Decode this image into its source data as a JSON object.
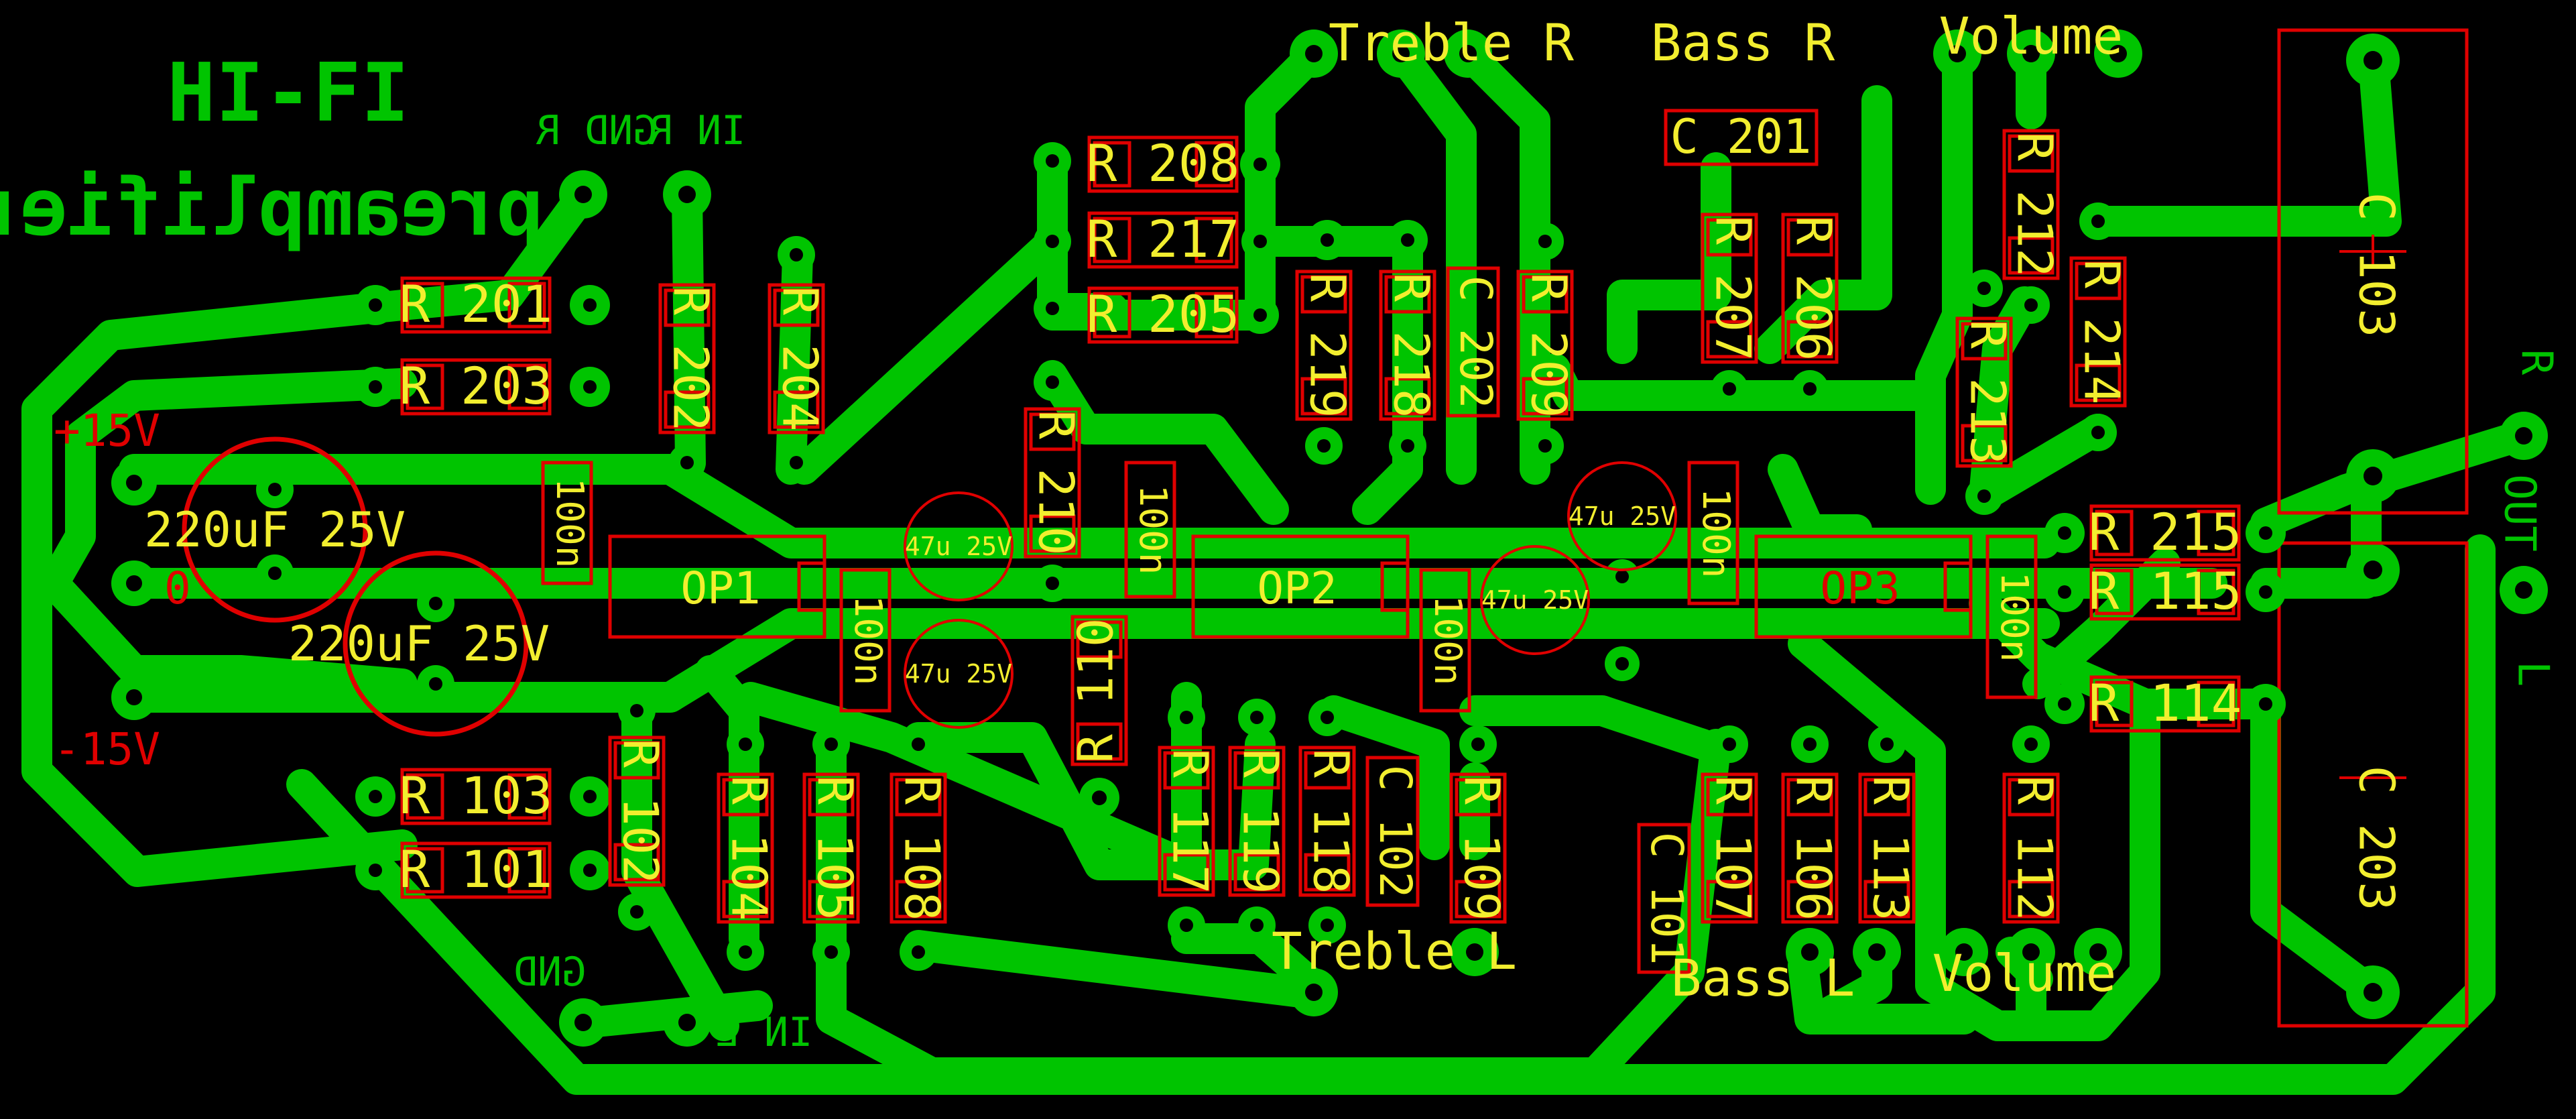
{
  "title": "HI-FI",
  "subtitle": "preamplifier",
  "connectors": {
    "gnd_r": "GND R",
    "in_r": "IN R",
    "gnd_l": "GND",
    "in_l": "IN L",
    "treble_r": "Treble R",
    "bass_r": "Bass R",
    "volume_r": "Volume",
    "treble_l": "Treble L",
    "bass_l": "Bass L",
    "volume_l": "Volume",
    "out": "OUT",
    "out_r": "R",
    "out_l": "L"
  },
  "power": {
    "plus15": "+15V",
    "zero": "0",
    "minus15": "-15V"
  },
  "ics": [
    "OP1",
    "OP2",
    "OP3"
  ],
  "electrolytics": {
    "big": "220uF 25V",
    "small": "47u 25V"
  },
  "decoupling": "100n",
  "capacitors": {
    "c201": "C 201",
    "c202": "C 202",
    "c101": "C 101",
    "c102": "C 102",
    "c103": "C 103",
    "c203": "C 203"
  },
  "resistors_r": [
    "R 201",
    "R 203",
    "R 202",
    "R 204",
    "R 208",
    "R 217",
    "R 205",
    "R 219",
    "R 218",
    "R 209",
    "R 207",
    "R 206",
    "R 212",
    "R 214",
    "R 213",
    "R 215",
    "R 210"
  ],
  "resistors_l": [
    "R 103",
    "R 101",
    "R 102",
    "R 104",
    "R 105",
    "R 108",
    "R 110",
    "R 117",
    "R 119",
    "R 118",
    "R 109",
    "R 107",
    "R 106",
    "R 113",
    "R 112",
    "R 115",
    "R 114"
  ],
  "colors": {
    "background": "#000000",
    "copper": "#00c400",
    "silkscreen": "#f2ee2f",
    "package": "#e00000"
  }
}
